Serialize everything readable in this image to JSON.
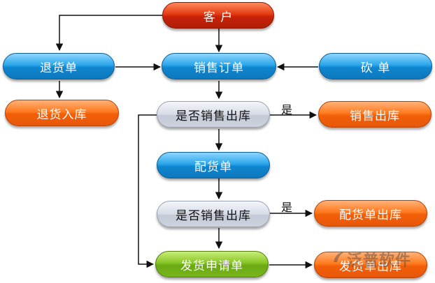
{
  "nodes": {
    "customer": "客 户",
    "return_order": "退货单",
    "sales_order": "销售订单",
    "bargain": "砍 单",
    "return_stock_in": "退货入库",
    "is_sales_out_1": "是否销售出库",
    "sales_out": "销售出库",
    "distribution_order": "配货单",
    "is_sales_out_2": "是否销售出库",
    "distribution_out": "配货单出库",
    "shipment_request": "发货申请单",
    "shipment_out": "发货单出库"
  },
  "labels": {
    "yes_1": "是",
    "yes_2": "是"
  },
  "watermark": "泛普软件",
  "colors": {
    "red": "#c8230a",
    "blue": "#1a93dc",
    "orange": "#f26a10",
    "gray": "#cfd4df",
    "green": "#79b51c",
    "line": "#111111"
  }
}
